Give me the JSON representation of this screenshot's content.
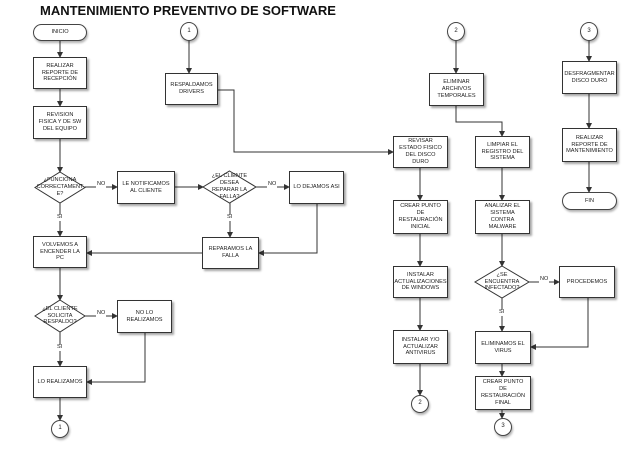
{
  "title": "MANTENIMIENTO PREVENTIVO DE SOFTWARE",
  "nodes": {
    "inicio": "INICIO",
    "reporte_recepcion": "REALIZAR REPORTE DE RECEPCIÓN",
    "revision_fisica": "REVISION FISICA Y DE SW DEL EQUIPO",
    "funciona": "¿FUNCIONA CORRECTAMENT E?",
    "notificamos": "LE NOTIFICAMOS AL CLIENTE",
    "desea_reparar": "¿EL CLIENTE DESEA REPARAR LA FALLA?",
    "dejamos_asi": "LO DEJAMOS ASI",
    "volvemos_encender": "VOLVEMOS A ENCENDER LA PC",
    "reparamos": "REPARAMOS LA FALLA",
    "solicita_respaldo": "¿EL CLIENTE SOLICITA RESPALDO?",
    "no_realizamos": "NO LO REALIZAMOS",
    "realizamos": "LO REALIZAMOS",
    "c1_bottom": "1",
    "c1_top": "1",
    "respaldamos": "RESPALDAMOS DRIVERS",
    "revisar_disco": "REVISAR ESTADO FISICO DEL DISCO DURO",
    "punto_restauracion_inicial": "CREAR PUNTO DE RESTAURACIÓN INICIAL",
    "instalar_actualizaciones": "INSTALAR ACTUALIZACIONES DE WINDOWS",
    "instalar_antivirus": "INSTALAR Y/O ACTUALIZAR ANTIVIRUS",
    "c2_bottom": "2",
    "c2_top": "2",
    "eliminar_temporales": "ELIMINAR ARCHIVOS TEMPORALES",
    "limpiar_registro": "LIMPIAR EL REGISTRO DEL SISTEMA",
    "analizar_malware": "ANALIZAR EL SISTEMA CONTRA MALWARE",
    "infectado": "¿SE ENCUENTRA INFECTADO?",
    "procedemos": "PROCEDEMOS",
    "eliminamos_virus": "ELIMINAMOS EL VIRUS",
    "punto_restauracion_final": "CREAR PUNTO DE RESTAURACIÓN FINAL",
    "c3_bottom": "3",
    "c3_top": "3",
    "desfragmentar": "DESFRAGMENTAR DISCO DURO",
    "reporte_mantenimiento": "REALIZAR REPORTE DE MANTENIMIENTO",
    "fin": "FIN"
  },
  "edge_labels": {
    "funciona_no": "NO",
    "funciona_si": "SI",
    "desea_si": "SI",
    "desea_no": "NO",
    "respaldo_no": "NO",
    "respaldo_si": "SI",
    "infectado_no": "NO",
    "infectado_si": "SI"
  },
  "colors": {
    "line": "#333333",
    "box_border": "#333333",
    "box_fill": "#ffffff",
    "text": "#222222"
  }
}
